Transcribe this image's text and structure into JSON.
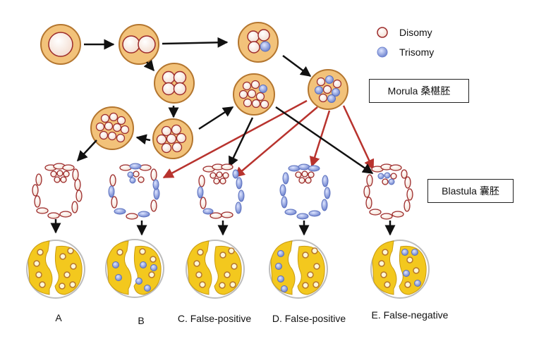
{
  "legend": {
    "disomy": "Disomy",
    "trisomy": "Trisomy"
  },
  "stages": {
    "morula": "Morula 桑椹胚",
    "blastula": "Blastula 囊胚"
  },
  "outcomes": {
    "a": "A",
    "b": "B",
    "c": "C. False-positive",
    "d": "D. False-positive",
    "e": "E. False-negative"
  },
  "colors": {
    "embryo_fill": "#F2C27A",
    "embryo_stroke": "#B4762F",
    "disomy_stroke": "#9C2A2A",
    "trisomy_fill": "#7F92D8",
    "inner_mass": "#F3C81E",
    "arrow_black": "#111111",
    "arrow_red": "#B8332E"
  }
}
